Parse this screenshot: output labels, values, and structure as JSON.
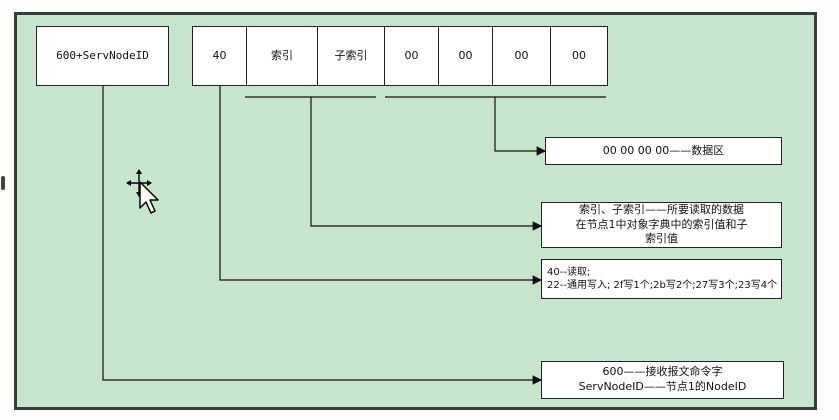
{
  "frame_cells": {
    "cob_id": "600+ServNodeID",
    "command": "40",
    "index": "索引",
    "subindex": "子索引",
    "data": [
      "00",
      "00",
      "00",
      "00"
    ]
  },
  "notes": {
    "data_area": "00 00 00 00——数据区",
    "index_desc": [
      "索引、子索引——所要读取的数据",
      "在节点1中对象字典中的索引值和子",
      "索引值"
    ],
    "command_desc": [
      "40--读取;",
      "22--通用写入; 2f写1个;2b写2个;27写3个;23写4个"
    ],
    "cob_desc": [
      "600——接收报文命令字",
      "ServNodeID——节点1的NodeID"
    ]
  },
  "colors": {
    "background": "#c9e4cc",
    "box": "#ffffff",
    "line": "#111111"
  },
  "icons": [
    "move-cursor-icon",
    "arrow-pointer-icon"
  ]
}
